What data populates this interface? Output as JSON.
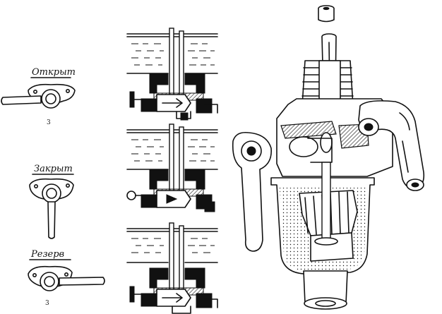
{
  "positions": [
    {
      "key": "open",
      "label": "Открыт",
      "mark": "3"
    },
    {
      "key": "closed",
      "label": "Закрыт",
      "mark": ""
    },
    {
      "key": "reserve",
      "label": "Резерв",
      "mark": "3"
    }
  ]
}
